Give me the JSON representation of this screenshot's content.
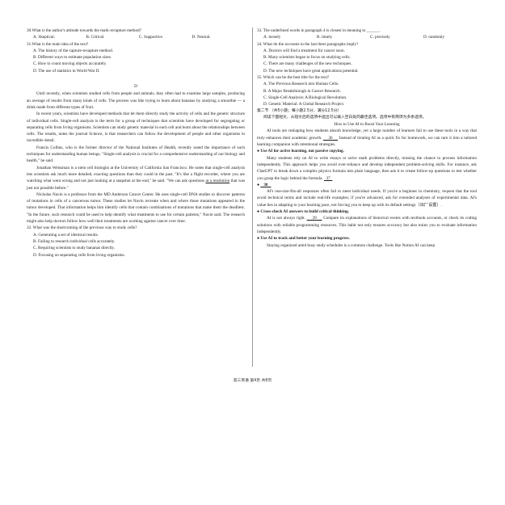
{
  "left_column": {
    "q30": {
      "stem": "30.What is the author's attitude towards the mark-recapture method?",
      "options": [
        "A. Skeptical.",
        "B. Critical.",
        "C. Supportive.",
        "D. Neutral."
      ]
    },
    "q31": {
      "stem": "31.What is the main idea of the text?",
      "options": [
        "A. The history of the capture-recapture method.",
        "B. Different ways to estimate population sizes.",
        "C. How to count moving objects accurately.",
        "D. The use of statistics in World War II."
      ]
    },
    "section_d_label": "D",
    "paragraphs": [
      "Until recently, when scientists studied cells from people and animals, they often had to examine large samples, producing an average of results from many kinds of cells. The process was like trying to learn about bananas by studying a smoothie — a drink made from different types of fruit.",
      "In recent years, scientists have developed methods that let them directly study the activity of cells and the genetic structure of individual cells. Single-cell analysis is the term for a group of techniques that scientists have developed for segregating or separating cells from living organisms. Scientists can study genetic material in each cell and learn about the relationships between cells. The results, notes the journal Science, is that researchers can follow the development of people and other organisms in incredible detail.",
      "Francis Collins, who is the former director of the National Institutes of Health, recently noted the importance of such techniques for understanding human beings. \"Single-cell analysis is crucial for a comprehensive understanding of our biology and health,\" he said.",
      "Jonathan Weissman is a stem cell biologist at the University of California San Francisco. He notes that single-cell analysis lets scientists ask much more detailed, exacting questions than they could in the past. \"It's like a flight recorder, where you are watching what went wrong and not just looking at a snapshot at the end,\" he said. \"We can ask questions at a resolution that was just not possible before.\"",
      "Nicholas Navin is a professor from the MD Anderson Cancer Center. He uses single-cell DNA studies to discover patterns of mutations in cells of a cancerous tumor. These studies let Navin recreate when and where those mutations appeared in the tumor developed. That information helps him identify cells that contain combinations of mutations that make them the deadliest. \"In the future, such research could be used to help identify what treatments to use for certain patients,\" Navin said. The research might also help doctors follow how well their treatments are working against cancer over time."
    ],
    "q32": {
      "stem": "32. What was the shortcoming of the previous way to study cells?",
      "options": [
        "A. Generating a set of identical results.",
        "B. Failing to research individual cells accurately.",
        "C. Requiring scientists to study bananas directly.",
        "D. Focusing on separating cells from living organisms."
      ]
    }
  },
  "right_column": {
    "q33": {
      "stem": "33. The underlined words in paragraph 4 is closest in meaning to ______.",
      "options": [
        "A. loosely",
        "B. timely",
        "C. precisely",
        "D. randomly"
      ]
    },
    "q34": {
      "stem": "34. What do the accounts in the last three paragraphs imply?",
      "options": [
        "A. Doctors will find a treatment for cancer soon.",
        "B. Many scientists began to focus on studying cells.",
        "C. There are many challenges of the new techniques.",
        "D. The new techniques have great applications potential."
      ]
    },
    "q35": {
      "stem": "35. Which can be the best title for the text?",
      "options": [
        "A. The Previous Research into Human Cells.",
        "B. A Major Breakthrough in Cancer Research.",
        "C. Single-Cell Analysis: A Biological Revolution.",
        "D. Genetic Material: A Global Research Project."
      ]
    },
    "section2_header": "第二节 （共5小题；每小题2.5分，满分12.5分）",
    "section2_instruction": "阅读下面短文，从短文后的选项中选出可以填入空白处的最佳选项。选项中有两项为多余选项。",
    "passage_title": "How to Use AI to Boost Your Learning",
    "intro": "AI tools are reshaping how students absorb knowledge, yet a large number of learners fail to use these tools in a way that truly enhances their academic growth.",
    "blank36": "36",
    "intro_rest": "Instead of treating AI as a quick fix for homework, we can turn it into a tailored learning companion with intentional strategies.",
    "bullet1": "● Use AI for active learning, not passive copying.",
    "para1": "Many students rely on AI to write essays or solve math problems directly, missing the chance to process information independently. This approach helps you avoid over-reliance and develop independent problem-solving skills. For instance, ask ChatGPT to break down a complex physics formula into plain language, then ask it to create follow-up questions to test whether you grasp the logic behind the formula.",
    "blank37": "37",
    "bullet2_blank": "38",
    "para2": "AI's one-size-fits-all responses often fail to meet individual needs. If you're a beginner in chemistry, request that the tool avoid technical terms and include real-life examples; if you're advanced, ask for extended analyses of experimental data. AI's value lies in adapting to your learning pace, not forcing you to keep up with its default settings（出厂设置）.",
    "bullet3": "● Cross-check AI answers to build critical thinking.",
    "para3_start": "AI is not always right.",
    "blank39": "39",
    "para3_rest": "Compare its explanations of historical events with textbook accounts, or check its coding solutions with reliable programming resources. This habit not only ensures accuracy but also trains you to evaluate information independently.",
    "bullet4": "● Use AI to track and better your learning progress.",
    "para4": "Staying organized amid busy study schedules is a common challenge. Tools like Notion AI can keep"
  },
  "footer": "高三英语  第4页  共8页"
}
